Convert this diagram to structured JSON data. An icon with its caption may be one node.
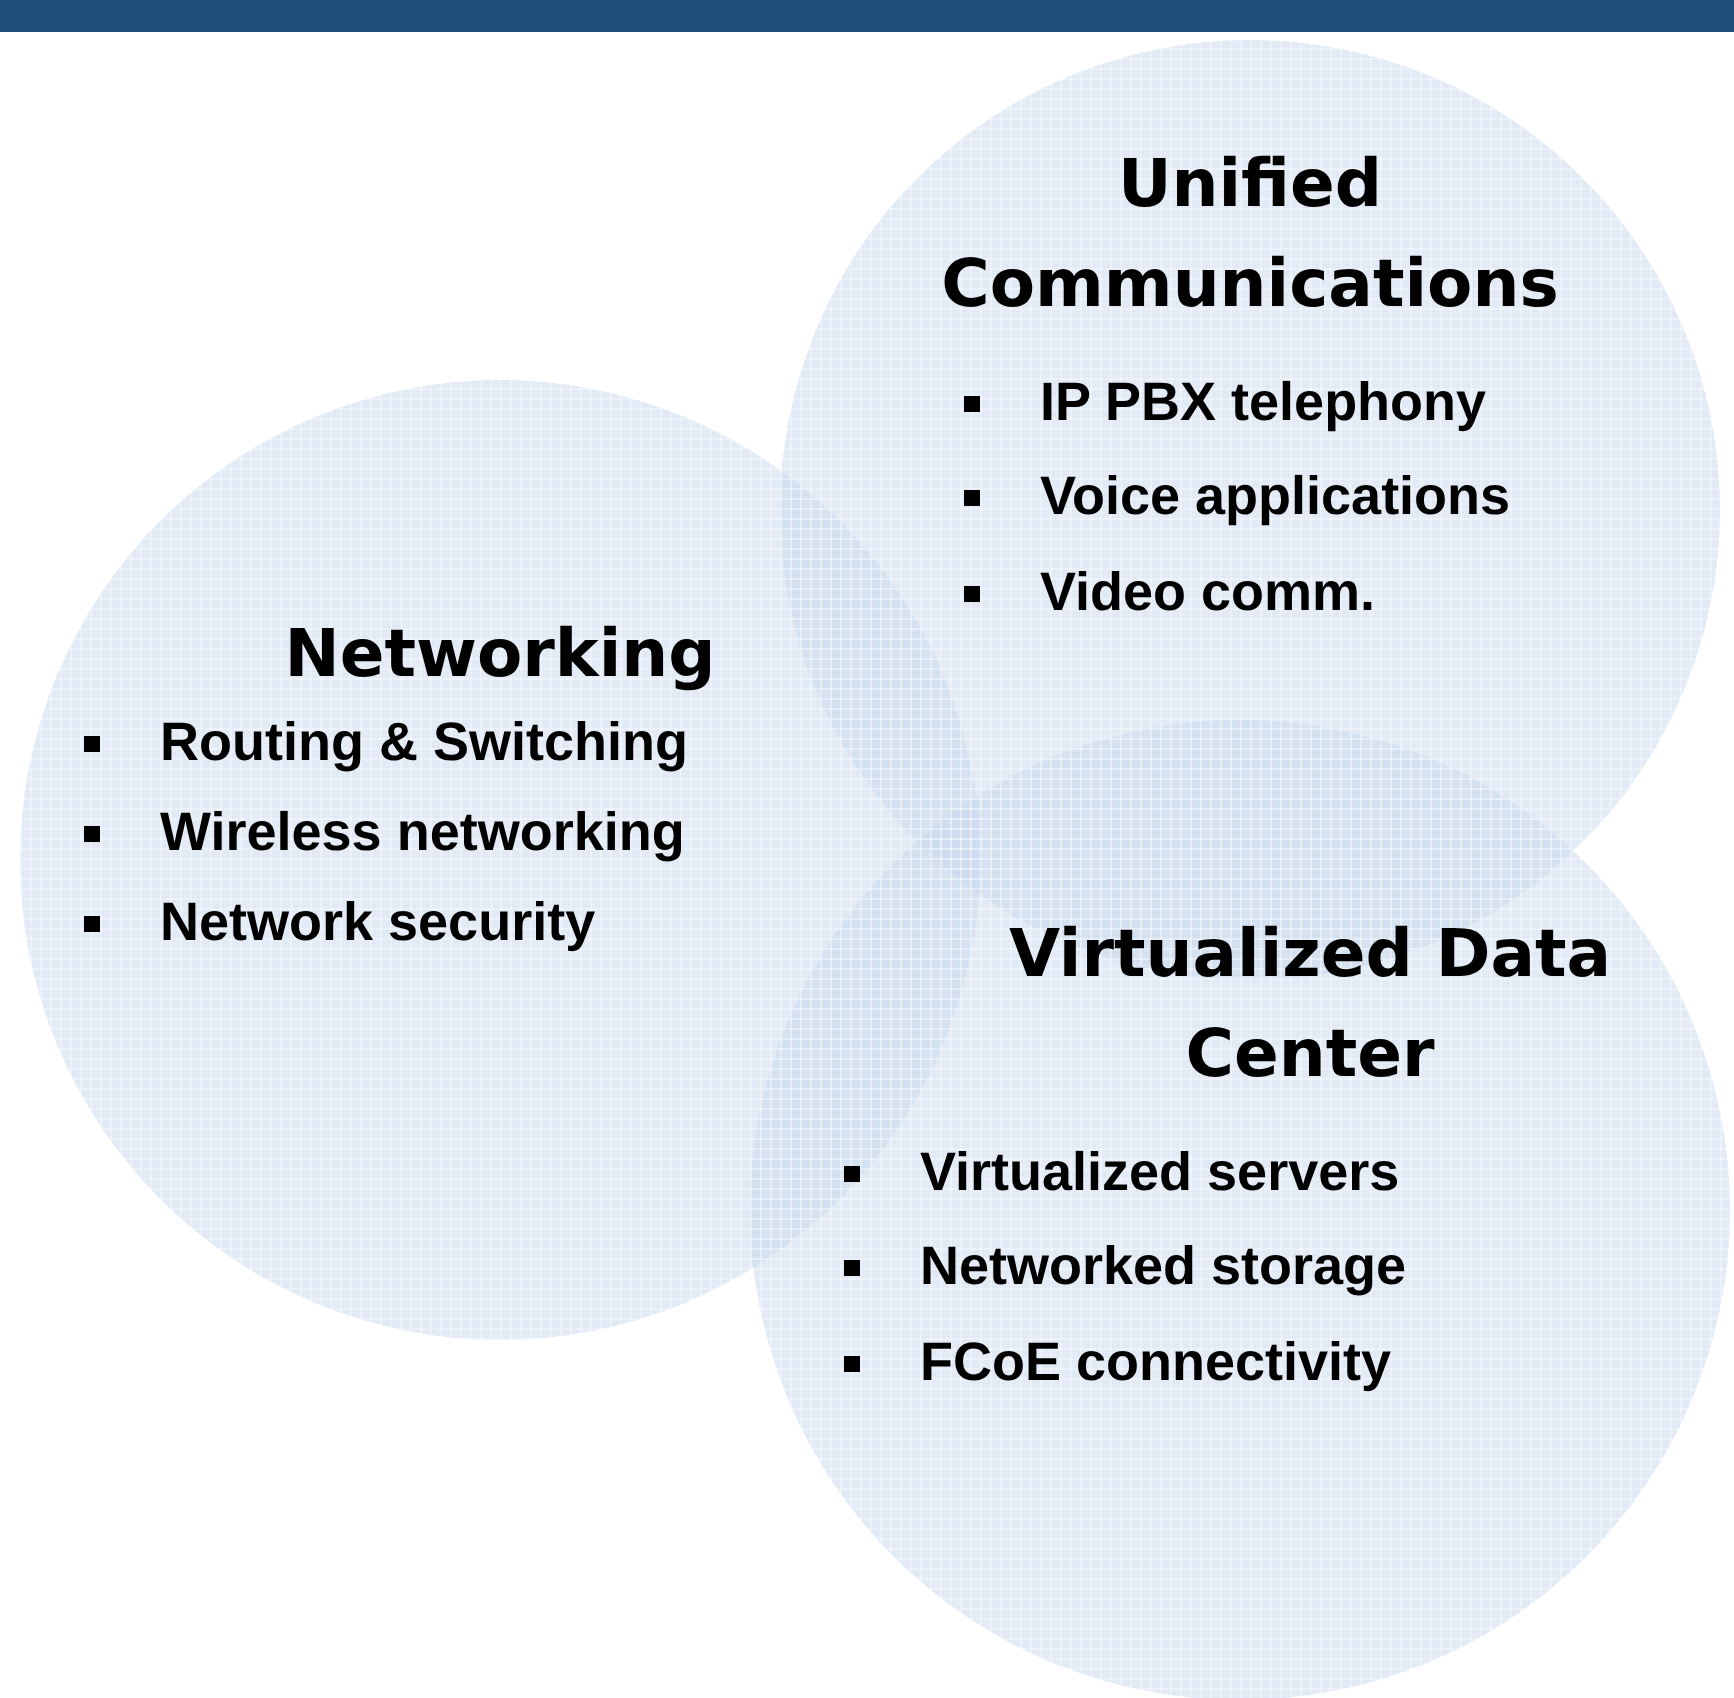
{
  "diagram": {
    "nodes": [
      {
        "text": [
          "Networking",
          "Routing & Switching",
          "Wireless networking",
          "Network security"
        ]
      },
      {
        "text": [
          "Unified Communications",
          "IP PBX telephony",
          "Voice applications",
          "Video comm."
        ]
      },
      {
        "text": [
          "Virtualized Data Center",
          "Virtualized servers",
          "Networked storage",
          "FCoE connectivity"
        ]
      }
    ]
  }
}
